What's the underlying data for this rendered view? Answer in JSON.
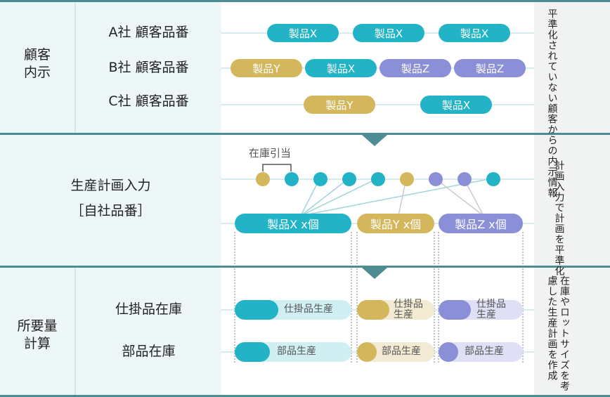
{
  "colors": {
    "x": "#22b3c6",
    "y": "#d4b75c",
    "z": "#8a8fd8",
    "x_light": "#d0eff3",
    "y_light": "#f2ead3",
    "z_light": "#dfe0f5",
    "border": "#4e8c94"
  },
  "section1": {
    "title": "顧客\n内示",
    "rows": [
      {
        "label": "A社 顧客品番",
        "pills": [
          {
            "text": "製品X",
            "kind": "x"
          },
          {
            "text": "製品X",
            "kind": "x"
          },
          {
            "text": "製品X",
            "kind": "x"
          }
        ]
      },
      {
        "label": "B社 顧客品番",
        "pills": [
          {
            "text": "製品Y",
            "kind": "y"
          },
          {
            "text": "製品X",
            "kind": "x"
          },
          {
            "text": "製品Z",
            "kind": "z"
          },
          {
            "text": "製品Z",
            "kind": "z"
          }
        ]
      },
      {
        "label": "C社 顧客品番",
        "pills": [
          {
            "text": "製品Y",
            "kind": "y"
          },
          {
            "text": "製品X",
            "kind": "x"
          }
        ]
      }
    ],
    "note": "平準化されていない顧客からの内示情報"
  },
  "section2": {
    "title_line1": "生産計画入力",
    "title_line2": "［自社品番］",
    "stock_label": "在庫引当",
    "dots": [
      "y",
      "x",
      "x",
      "x",
      "x",
      "y",
      "z",
      "z",
      "x"
    ],
    "pills": [
      {
        "text": "製品X x個",
        "kind": "x"
      },
      {
        "text": "製品Y x個",
        "kind": "y"
      },
      {
        "text": "製品Z x個",
        "kind": "z"
      }
    ],
    "note": "計画入力で計画を平準化"
  },
  "section3": {
    "title": "所要量\n計算",
    "row_labels": [
      "仕掛品在庫",
      "部品在庫"
    ],
    "wip": [
      {
        "text": "仕掛品生産",
        "kind": "x"
      },
      {
        "text": "仕掛品\n生産",
        "kind": "y"
      },
      {
        "text": "仕掛品\n生産",
        "kind": "z"
      }
    ],
    "parts": [
      {
        "text": "部品生産",
        "kind": "x"
      },
      {
        "text": "部品生産",
        "kind": "y"
      },
      {
        "text": "部品生産",
        "kind": "z"
      }
    ],
    "note": "在庫やロットサイズを考慮した生産計画を作成"
  }
}
